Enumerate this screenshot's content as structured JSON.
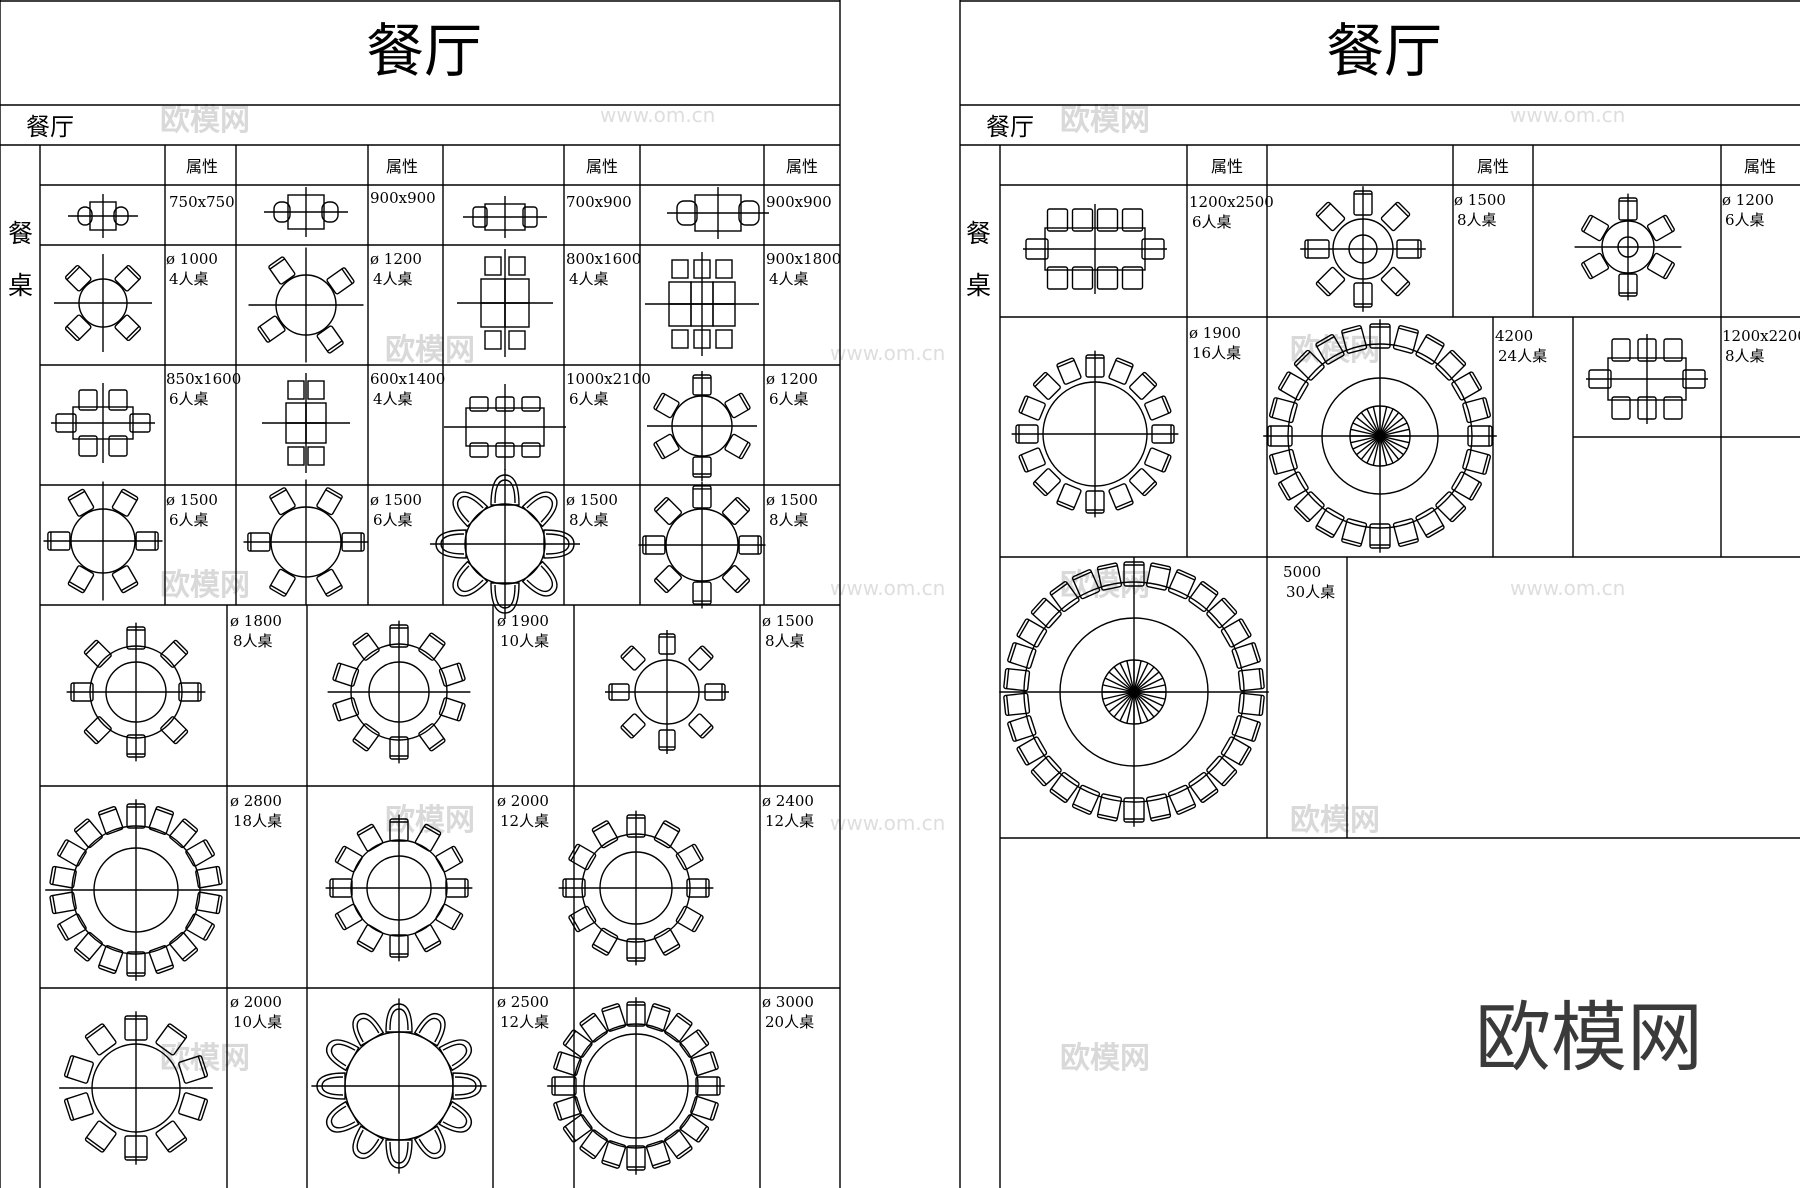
{
  "sheets": [
    {
      "title": "餐厅",
      "subtitle": "餐厅",
      "side_label": "餐桌",
      "attr_header": "属性",
      "cells": [
        {
          "line1": "750x750",
          "line2": ""
        },
        {
          "line1": "900x900",
          "line2": ""
        },
        {
          "line1": "700x900",
          "line2": ""
        },
        {
          "line1": "900x900",
          "line2": ""
        },
        {
          "line1": "ø 1000",
          "line2": "4人桌"
        },
        {
          "line1": "ø 1200",
          "line2": "4人桌"
        },
        {
          "line1": "800x1600",
          "line2": "4人桌"
        },
        {
          "line1": "900x1800",
          "line2": "4人桌"
        },
        {
          "line1": "850x1600",
          "line2": "6人桌"
        },
        {
          "line1": "600x1400",
          "line2": "4人桌"
        },
        {
          "line1": "1000x2100",
          "line2": "6人桌"
        },
        {
          "line1": "ø 1200",
          "line2": "6人桌"
        },
        {
          "line1": "ø 1500",
          "line2": "6人桌"
        },
        {
          "line1": "ø 1500",
          "line2": "6人桌"
        },
        {
          "line1": "ø 1500",
          "line2": "8人桌"
        },
        {
          "line1": "ø 1500",
          "line2": "8人桌"
        },
        {
          "line1": "ø 1800",
          "line2": "8人桌"
        },
        {
          "line1": "ø 1900",
          "line2": "10人桌"
        },
        {
          "line1": "ø 1500",
          "line2": "8人桌"
        },
        {
          "line1": "ø 2800",
          "line2": "18人桌"
        },
        {
          "line1": "ø 2000",
          "line2": "12人桌"
        },
        {
          "line1": "ø 2400",
          "line2": "12人桌"
        },
        {
          "line1": "ø 2000",
          "line2": "10人桌"
        },
        {
          "line1": "ø 2500",
          "line2": "12人桌"
        },
        {
          "line1": "ø 3000",
          "line2": "20人桌"
        }
      ]
    },
    {
      "title": "餐厅",
      "subtitle": "餐厅",
      "side_label": "餐桌",
      "attr_header": "属性",
      "cells": [
        {
          "line1": "1200x2500",
          "line2": "6人桌"
        },
        {
          "line1": "ø 1500",
          "line2": "8人桌"
        },
        {
          "line1": "ø 1200",
          "line2": "6人桌"
        },
        {
          "line1": "ø 1900",
          "line2": "16人桌"
        },
        {
          "line1": "4200",
          "line2": "24人桌"
        },
        {
          "line1": "1200x2200",
          "line2": "8人桌"
        },
        {
          "line1": "5000",
          "line2": "30人桌"
        }
      ]
    }
  ],
  "watermark": {
    "cn": "欧模网",
    "url": "www.om.cn"
  },
  "logo": "欧模网",
  "colors": {
    "line": "#000000",
    "watermark": "#d9d9d9",
    "logo": "#3a3a3a"
  }
}
